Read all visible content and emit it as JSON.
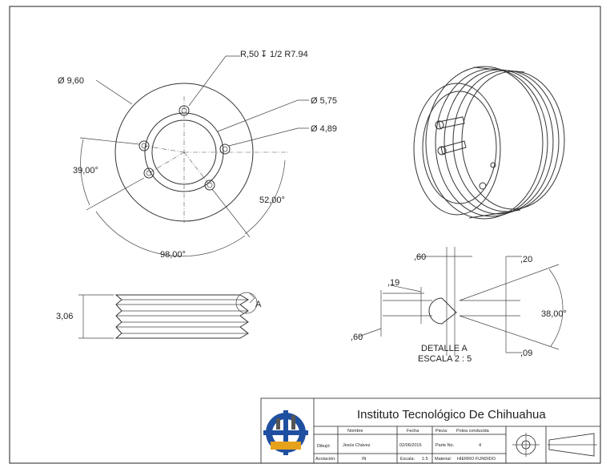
{
  "front_view": {
    "outer_diameter": "Ø 9,60",
    "hole_callout": "R,50",
    "hole_callout_depth": "1/2 R7.94",
    "bore_large": "Ø 5,75",
    "bore_small": "Ø 4,89",
    "angle_left": "39,00°",
    "angle_right": "52,00°",
    "angle_bottom": "98,00°"
  },
  "side_view": {
    "height": "3,06",
    "detail_marker": "A"
  },
  "detail": {
    "dim_60_top": ",60",
    "dim_19": ",19",
    "dim_60_bottom": ",60",
    "dim_20": ",20",
    "dim_09": ",09",
    "angle": "38,00°",
    "title": "DETALLE A",
    "scale": "ESCALA 2 : 5"
  },
  "title_block": {
    "institution": "Instituto Tecnológico De Chihuahua",
    "col_nombre": "Nombre",
    "col_fecha": "Fecha",
    "col_pieza": "Pieza:",
    "pieza_value": "Polea conducida",
    "row_dibujo": "Dibujó:",
    "dibujo_name": "Jesús Chávez",
    "dibujo_date": "02/06/2015",
    "parte_label": "Parte No.",
    "parte_value": "4",
    "row_acotacion": "Acotación:",
    "acotacion_value": "IN",
    "escala_label": "Escala:",
    "escala_value": "1:5",
    "material_label": "Material:",
    "material_value": "HIERRO FUNDIDO"
  }
}
